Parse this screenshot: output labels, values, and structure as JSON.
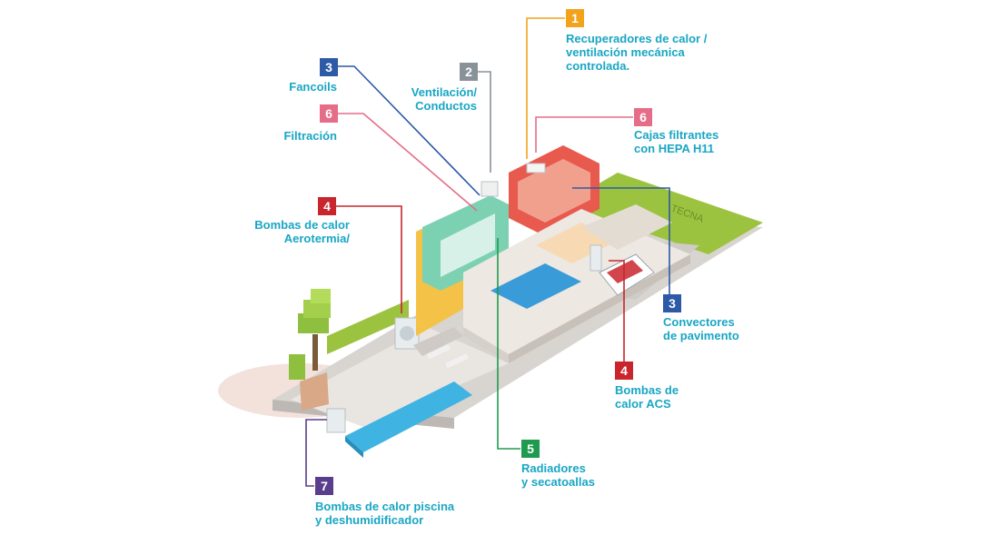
{
  "labels": [
    {
      "key": "l1",
      "number": "1",
      "lines": [
        "Recuperadores de calor /",
        "ventilación mecánica",
        "controlada."
      ],
      "color": "#f2a21b"
    },
    {
      "key": "l2",
      "number": "2",
      "lines": [
        "Ventilación/",
        "Conductos"
      ],
      "color": "#8a9299"
    },
    {
      "key": "l3a",
      "number": "3",
      "lines": [
        "Fancoils"
      ],
      "color": "#2c5aa6"
    },
    {
      "key": "l6a",
      "number": "6",
      "lines": [
        "Filtración"
      ],
      "color": "#e56d88"
    },
    {
      "key": "l6b",
      "number": "6",
      "lines": [
        "Cajas filtrantes",
        "con HEPA H11"
      ],
      "color": "#e56d88"
    },
    {
      "key": "l4a",
      "number": "4",
      "lines": [
        "Bombas de calor",
        "Aerotermia/"
      ],
      "color": "#c9252d"
    },
    {
      "key": "l3b",
      "number": "3",
      "lines": [
        "Convectores",
        "de pavimento"
      ],
      "color": "#2c5aa6"
    },
    {
      "key": "l4b",
      "number": "4",
      "lines": [
        "Bombas de",
        "calor ACS"
      ],
      "color": "#c9252d"
    },
    {
      "key": "l5",
      "number": "5",
      "lines": [
        "Radiadores",
        "y secatoallas"
      ],
      "color": "#1f9a4e"
    },
    {
      "key": "l7",
      "number": "7",
      "lines": [
        "Bombas de calor piscina",
        "y deshumidificador"
      ],
      "color": "#5a3d8c"
    }
  ],
  "logo_text": "TECNA",
  "colors": {
    "label_text": "#18a6c4",
    "grass": "#9cc33f",
    "wall_yellow": "#f3c246",
    "wall_green": "#7dd1b3",
    "wall_red": "#e8594e",
    "pool": "#3fb4e3"
  }
}
